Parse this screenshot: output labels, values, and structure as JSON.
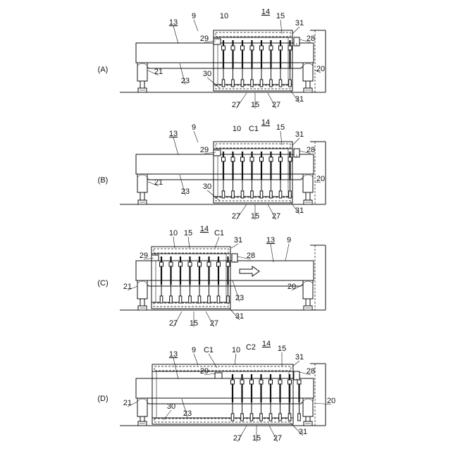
{
  "panels": [
    {
      "id": "A",
      "label": "(A)",
      "texts": [
        "13",
        "9",
        "10",
        "14",
        "15",
        "31",
        "29",
        "28",
        "21",
        "23",
        "30",
        "20",
        "27",
        "15",
        "27",
        "31"
      ]
    },
    {
      "id": "B",
      "label": "(B)",
      "texts": [
        "13",
        "9",
        "10",
        "C1",
        "14",
        "15",
        "31",
        "29",
        "28",
        "21",
        "23",
        "30",
        "20",
        "27",
        "15",
        "27",
        "31"
      ]
    },
    {
      "id": "C",
      "label": "(C)",
      "texts": [
        "10",
        "15",
        "14",
        "C1",
        "31",
        "29",
        "28",
        "13",
        "9",
        "21",
        "23",
        "20",
        "27",
        "15",
        "27",
        "31"
      ]
    },
    {
      "id": "D",
      "label": "(D)",
      "texts": [
        "13",
        "9",
        "C1",
        "10",
        "C2",
        "14",
        "15",
        "31",
        "29",
        "28",
        "21",
        "30",
        "23",
        "20",
        "27",
        "15",
        "27",
        "31"
      ]
    }
  ]
}
